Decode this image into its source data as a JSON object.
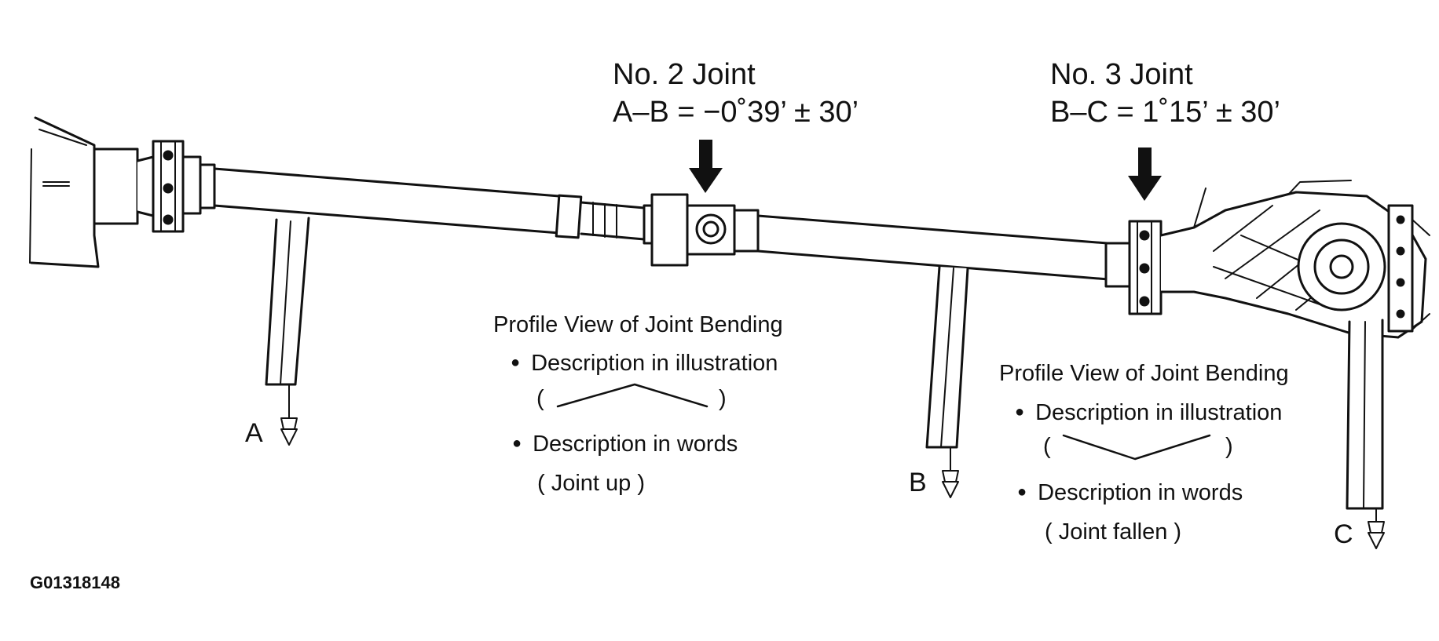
{
  "joints": [
    {
      "title": "No. 2 Joint",
      "spec": "A–B = −0˚39’ ± 30’",
      "profile_heading": "Profile View of Joint Bending",
      "illustration_label": "Description in illustration",
      "words_label": "Description in words",
      "words_value": "( Joint up )",
      "bend": "up"
    },
    {
      "title": "No. 3 Joint",
      "spec": "B–C = 1˚15’ ± 30’",
      "profile_heading": "Profile View of Joint Bending",
      "illustration_label": "Description in illustration",
      "words_label": "Description in words",
      "words_value": "( Joint fallen )",
      "bend": "down"
    }
  ],
  "measure_points": [
    "A",
    "B",
    "C"
  ],
  "figure_code": "G01318148",
  "paren_open": "(",
  "paren_close": ")",
  "colors": {
    "ink": "#111111",
    "background": "#ffffff"
  },
  "icons": [
    "arrow-down-icon",
    "plumb-bob-icon"
  ]
}
